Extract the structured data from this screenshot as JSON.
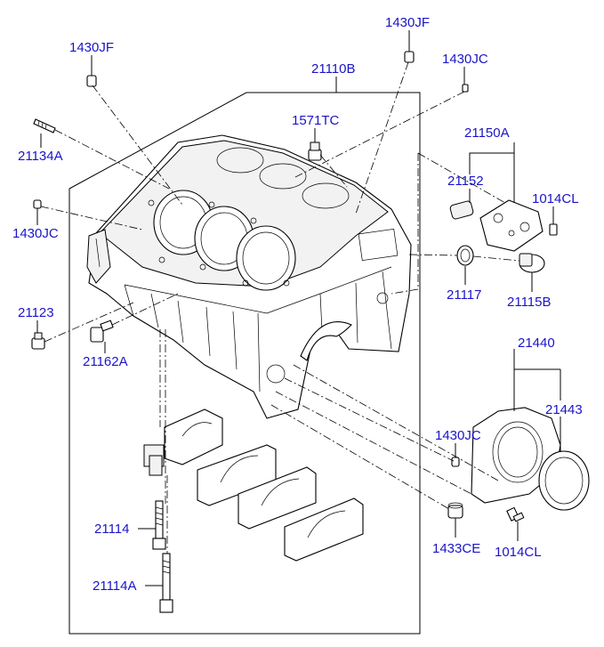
{
  "labels": {
    "p1430JF_left": "1430JF",
    "p1430JF_top": "1430JF",
    "p1430JC_top": "1430JC",
    "p21110B": "21110B",
    "p1571TC": "1571TC",
    "p21134A": "21134A",
    "p21150A": "21150A",
    "p21152": "21152",
    "p1014CL_top": "1014CL",
    "p1430JC_left": "1430JC",
    "p21117": "21117",
    "p21115B": "21115B",
    "p21123": "21123",
    "p21162A": "21162A",
    "p21440": "21440",
    "p21443": "21443",
    "p1430JC_right": "1430JC",
    "p21114": "21114",
    "p21114A": "21114A",
    "p1433CE": "1433CE",
    "p1014CL_bottom": "1014CL"
  },
  "colors": {
    "label": "#1a14c8",
    "line": "#000000",
    "background": "#ffffff"
  }
}
